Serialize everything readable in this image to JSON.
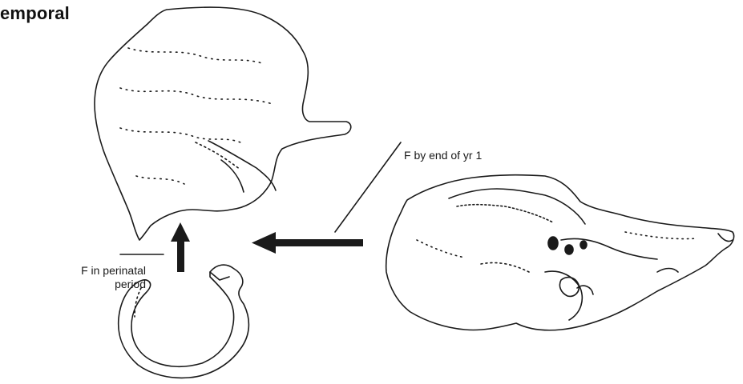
{
  "title": "emporal",
  "labels": {
    "fusion_year1": "F by end of yr 1",
    "fusion_perinatal_line1": "F in perinatal",
    "fusion_perinatal_line2": "period"
  },
  "colors": {
    "ink": "#1a1a1a",
    "background": "#ffffff"
  }
}
